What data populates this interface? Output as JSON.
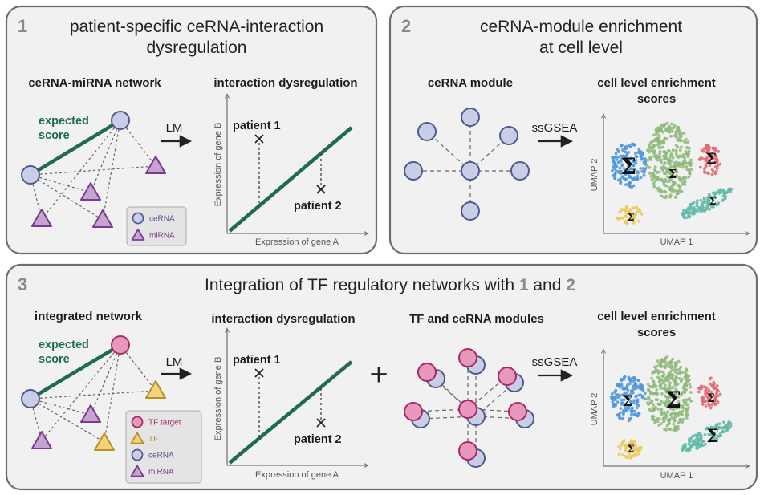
{
  "colors": {
    "green": "#1e6a55",
    "cerna_fill": "#c9cde6",
    "cerna_stroke": "#4f5a8c",
    "mirna_fill": "#c7a3d4",
    "mirna_stroke": "#7b3b8c",
    "tf_fill": "#e998bd",
    "tf_stroke": "#a62a67",
    "tftarget_fill": "#f3d27a",
    "tftarget_stroke": "#b8902a",
    "cluster_blue": "#4f97d8",
    "cluster_green": "#8eb87a",
    "cluster_red": "#e06870",
    "cluster_teal": "#62b8a8",
    "cluster_yellow": "#ecc85c"
  },
  "panel1": {
    "number": "1",
    "title_line1": "patient-specific ceRNA-interaction",
    "title_line2": "dysregulation",
    "network_title": "ceRNA-miRNA network",
    "expected_line1": "expected",
    "expected_line2": "score",
    "arrow_label": "LM",
    "plot_title": "interaction dysregulation",
    "plot_xlabel": "Expression of gene A",
    "plot_ylabel": "Expression of gene B",
    "patient1": "patient 1",
    "patient2": "patient 2",
    "legend": [
      {
        "label": "ceRNA",
        "shape": "circle",
        "type": "cerna"
      },
      {
        "label": "miRNA",
        "shape": "triangle",
        "type": "mirna"
      }
    ]
  },
  "panel2": {
    "number": "2",
    "title_line1": "ceRNA-module enrichment",
    "title_line2": "at cell level",
    "module_title": "ceRNA module",
    "arrow_label": "ssGSEA",
    "umap_title_line1": "cell level enrichment",
    "umap_title_line2": "scores",
    "umap_xlabel": "UMAP 1",
    "umap_ylabel": "UMAP 2",
    "sigma": "Σ"
  },
  "panel3": {
    "number": "3",
    "title_prefix": "Integration of TF regulatory networks with ",
    "title_num1": "1",
    "title_and": " and ",
    "title_num2": "2",
    "network_title": "integrated network",
    "expected_line1": "expected",
    "expected_line2": "score",
    "arrow_label": "LM",
    "plot_title": "interaction dysregulation",
    "plot_xlabel": "Expression of gene A",
    "plot_ylabel": "Expression of gene B",
    "patient1": "patient 1",
    "patient2": "patient 2",
    "plus": "+",
    "modules_title": "TF and ceRNA  modules",
    "arrow_label2": "ssGSEA",
    "umap_title_line1": "cell level enrichment",
    "umap_title_line2": "scores",
    "umap_xlabel": "UMAP 1",
    "umap_ylabel": "UMAP 2",
    "sigma": "Σ",
    "legend": [
      {
        "label": "TF target",
        "shape": "circle",
        "type": "tf"
      },
      {
        "label": "TF",
        "shape": "triangle",
        "type": "tftarget"
      },
      {
        "label": "ceRNA",
        "shape": "circle",
        "type": "cerna"
      },
      {
        "label": "miRNA",
        "shape": "triangle",
        "type": "mirna"
      }
    ]
  }
}
